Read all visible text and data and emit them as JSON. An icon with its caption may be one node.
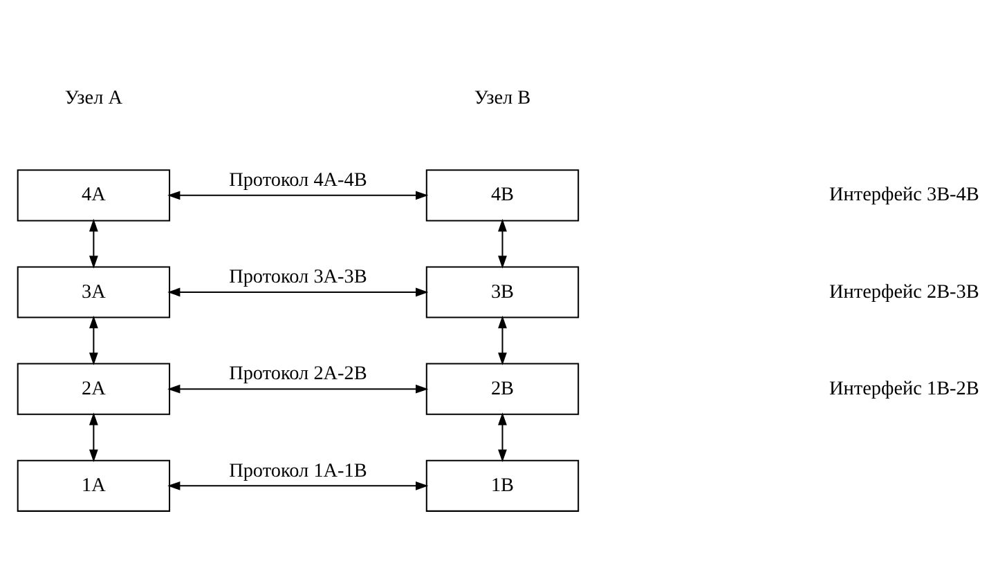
{
  "diagram": {
    "nodes": [
      {
        "text": [
          "4А"
        ]
      },
      {
        "text": [
          "4В"
        ]
      },
      {
        "text": [
          "3А"
        ]
      },
      {
        "text": [
          "3В"
        ]
      },
      {
        "text": [
          "2А"
        ]
      },
      {
        "text": [
          "2В"
        ]
      },
      {
        "text": [
          "1А"
        ]
      },
      {
        "text": [
          "1В"
        ]
      }
    ],
    "edges": [
      {
        "from": 0,
        "to": 1,
        "arrow": "both",
        "label": "Протокол 4А-4В"
      },
      {
        "from": 0,
        "to": 2,
        "arrow": "both"
      },
      {
        "from": 1,
        "to": 3,
        "arrow": "both"
      },
      {
        "from": 2,
        "to": 3,
        "arrow": "both",
        "label": "Протокол 3А-3В"
      },
      {
        "from": 2,
        "to": 4,
        "arrow": "both"
      },
      {
        "from": 3,
        "to": 5,
        "arrow": "both"
      },
      {
        "from": 4,
        "to": 5,
        "arrow": "both",
        "label": "Протокол 2А-2В"
      },
      {
        "from": 4,
        "to": 6,
        "arrow": "both"
      },
      {
        "from": 5,
        "to": 7,
        "arrow": "both"
      },
      {
        "from": 6,
        "to": 7,
        "arrow": "both",
        "label": "Протокол 1А-1В"
      }
    ],
    "labels": [
      "Узел А",
      "Узел В",
      "Интерфейс 3В-4В",
      "Интерфейс 2В-3В",
      "Интерфейс 1В-2В"
    ]
  }
}
